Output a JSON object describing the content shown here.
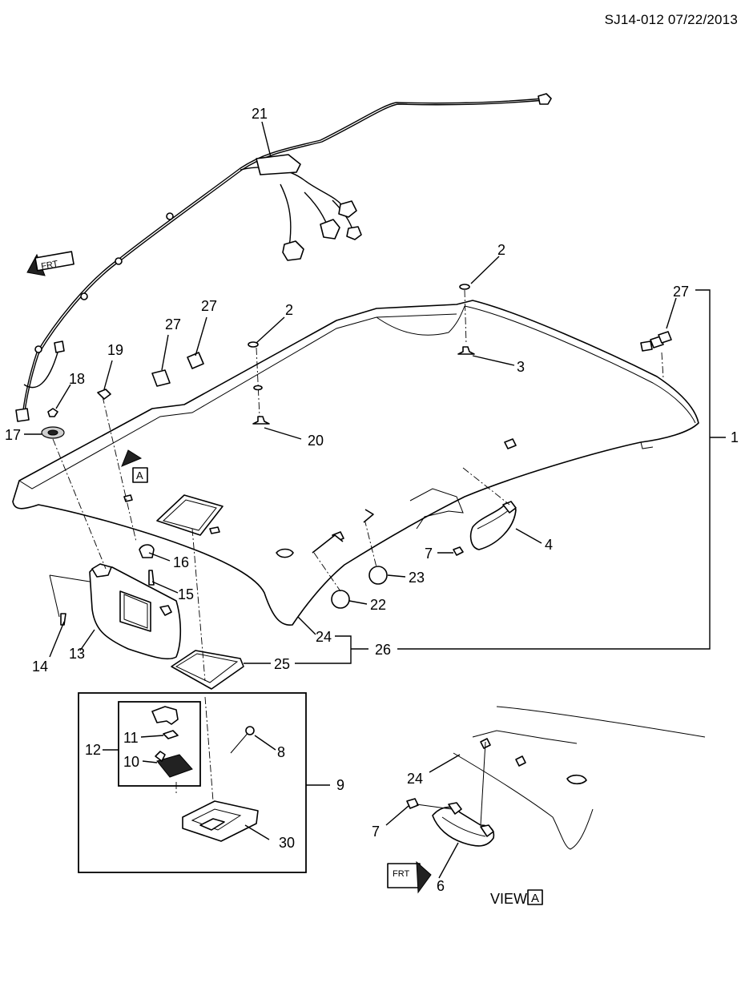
{
  "header": {
    "ref": "SJ14-012 07/22/2013"
  },
  "view_label": {
    "text": "VIEW",
    "letter": "A"
  },
  "arrow_labels": {
    "frt": "FRT",
    "a": "A"
  },
  "callouts": [
    "1",
    "2",
    "2",
    "3",
    "4",
    "6",
    "7",
    "7",
    "8",
    "9",
    "10",
    "11",
    "12",
    "13",
    "14",
    "15",
    "16",
    "17",
    "18",
    "19",
    "20",
    "21",
    "22",
    "23",
    "24",
    "24",
    "25",
    "26",
    "27",
    "27",
    "27",
    "30"
  ]
}
